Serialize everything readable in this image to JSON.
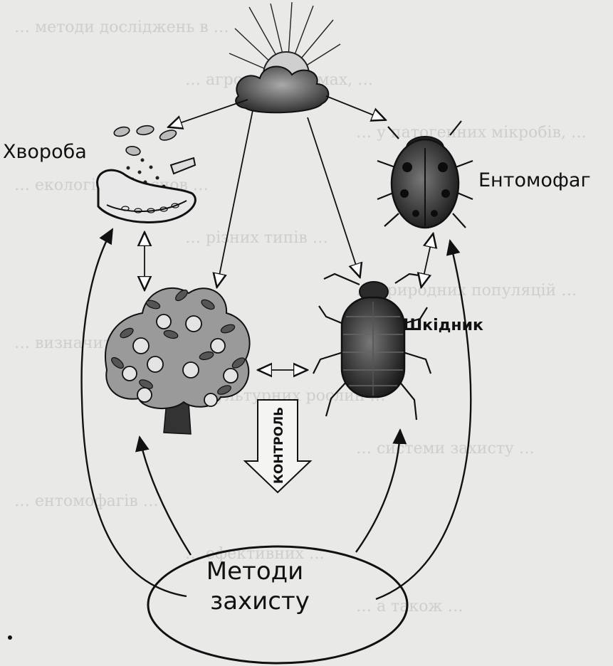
{
  "diagram": {
    "labels": {
      "disease": "Хвороба",
      "entomophage": "Ентомофаг",
      "pest": "Шкідник",
      "control": "КОНТРОЛЬ",
      "methods_line1": "Методи",
      "methods_line2": "захисту"
    },
    "background_text_lines": [
      "… методи досліджень в …",
      "… агроекосистемах, …",
      "… у патогенних мікробів, …",
      "… екологічних основ …",
      "… різних типів …",
      "… природних популяцій …",
      "… визначити шкоду …",
      "… культурних рослин …",
      "… системи захисту …",
      "… ентомофагів …",
      "… ефективних …",
      "… а також …"
    ]
  }
}
